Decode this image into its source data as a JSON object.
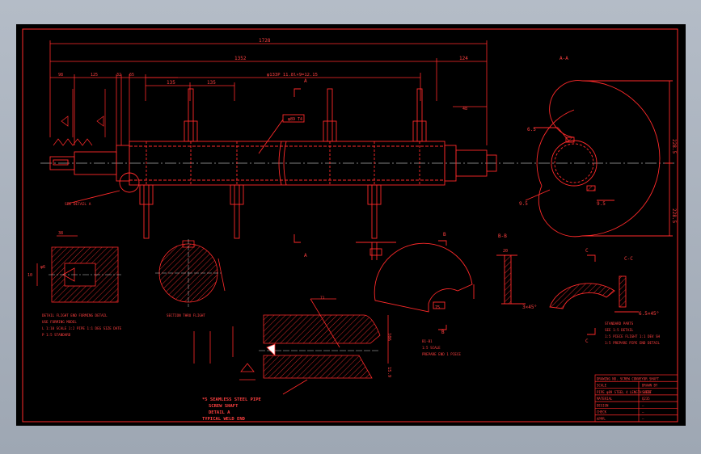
{
  "colors": {
    "line": "#ff2a2a",
    "center": "#e04a4a",
    "axis": "#ffffff",
    "hatch": "#ff3030",
    "text": "#ff4040",
    "paper": "#000000",
    "bg": "#a8b0bc"
  },
  "dims": {
    "overall": "1728",
    "main": "1352",
    "right_end": "124",
    "left_a": "98",
    "left_b": "125",
    "left_c": "32",
    "left_d": "65",
    "pitch1": "135",
    "pitch2": "135",
    "pitch_note": "φ133P 11.8l×9=12.15",
    "right_small": "48",
    "pipe_label": "φ89 T4"
  },
  "labels": {
    "section_aa": "A-A",
    "section_bb": "B-B",
    "section_cc": "C-C",
    "cut_a_top": "A",
    "cut_a_bottom": "A",
    "cut_b_top": "B",
    "cut_b_bottom": "B",
    "cut_c_top": "C",
    "cut_c_bottom": "C",
    "dim_aa_top": "228.5",
    "dim_aa_bottom": "228.5",
    "r65": "6.5",
    "r95": "9.5",
    "r95b": "9.5",
    "chamfer": "3×45°",
    "chamfer_c": "6.5×45°",
    "dim_38": "38",
    "dim_10": "10",
    "dim_d6": "φ6",
    "dim_20": "20",
    "dim_75": "75",
    "dim_106": "106",
    "dim_159": "15.9",
    "dim_71": "71",
    "detail_a": "SEE DETAIL A"
  },
  "notes": {
    "bottom_title_1": "*5 SEAMLESS STEEL PIPE",
    "bottom_title_2": "SCREW SHAFT",
    "bottom_title_3": "DETAIL A",
    "bottom_title_4": "TYPICAL WELD END",
    "left_note_1": "DETAIL FLIGHT END FORMING DETAIL",
    "left_note_2": "USE FORMING MODEL",
    "left_note_3": "L 1:10 SCALE 1:2 PIPE 1:1 DEG SIZE DATE",
    "left_note_4": "P 1:5 STANDARD",
    "mid_note": "SECTION THRU FLIGHT",
    "bb_note_1": "B1-B1",
    "bb_note_2": "1:5 SCALE",
    "bb_note_3": "PREPARE END 1 PIECE",
    "cc_note_1": "STANDARD PARTS",
    "cc_note_2": "SEE 1:5 DETAIL",
    "cc_note_3": "1:5 PIECE FLIGHT 1:1 DEV SH",
    "cc_note_4": "1:5 PREPARE PIPE END DETAIL"
  },
  "title_block": {
    "rows": [
      [
        "DRAWING NO. SCREW CONVEYOR SHAFT",
        ""
      ],
      [
        "SCALE",
        "DRAWN BY"
      ],
      [
        "PIPE φ89 STEEL 4 LENGTH 1728",
        "SHEET"
      ],
      [
        "MATERIAL",
        "Q235"
      ],
      [
        "DESIGN",
        "—"
      ],
      [
        "CHECK",
        "—"
      ],
      [
        "APPR.",
        "—"
      ]
    ]
  }
}
